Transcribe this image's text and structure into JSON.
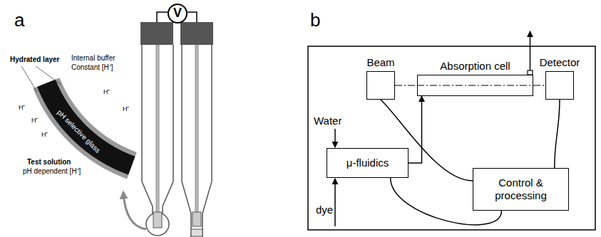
{
  "diagram": {
    "nodes": [
      {
        "text": [
          "V"
        ]
      },
      {
        "text": [
          "Beam"
        ]
      },
      {
        "text": [
          "Absorption cell"
        ]
      },
      {
        "text": [
          "Detector"
        ]
      },
      {
        "text": [
          "μ-fluidics"
        ]
      },
      {
        "text": [
          "Control & processing"
        ]
      }
    ],
    "edges": [
      {
        "from": 4,
        "to": 2,
        "arrow": "to"
      },
      {
        "from": 1,
        "to": 2,
        "arrow": "none"
      },
      {
        "from": 2,
        "to": 3,
        "arrow": "none"
      },
      {
        "from": 1,
        "to": 5,
        "arrow": "none"
      },
      {
        "from": 3,
        "to": 5,
        "arrow": "none"
      },
      {
        "from": 4,
        "to": 5,
        "arrow": "none"
      }
    ],
    "labels": [
      "a",
      "Hydrated layer",
      "Internal buffer",
      "Constant [H⁺]",
      "pH selective glass",
      "H⁺",
      "H⁺",
      "H⁺",
      "H⁺",
      "H⁺",
      "Test solution",
      "pH dependent [H⁺]",
      "b",
      "Water",
      "dye"
    ]
  }
}
